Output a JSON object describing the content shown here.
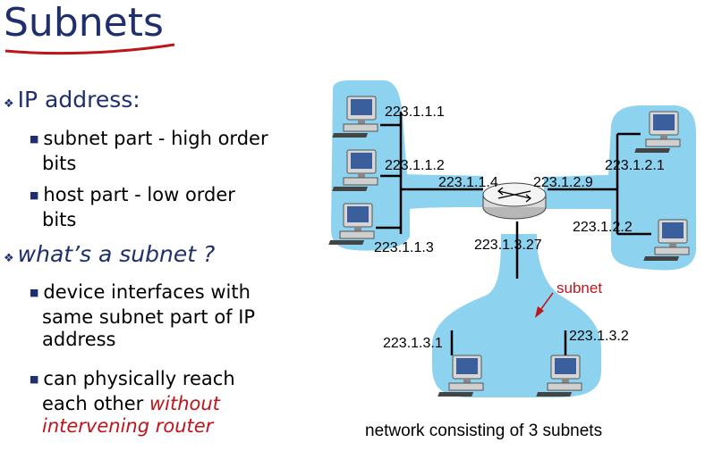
{
  "title": "Subnets",
  "bullets": {
    "b1": "IP address:",
    "b1_sub1_line1": "subnet part - high order",
    "b1_sub1_line2": "bits",
    "b1_sub2_line1": "host part - low order",
    "b1_sub2_line2": "bits",
    "b2": "what’s a subnet ?",
    "b2_sub1_line1": "device interfaces with",
    "b2_sub1_line2": "same subnet part of IP",
    "b2_sub1_line3": "address",
    "b2_sub2_line1": "can physically reach",
    "b2_sub2_line2": "each other",
    "b2_sub2_red1": "without",
    "b2_sub2_red2": "intervening router"
  },
  "diagram": {
    "labels": {
      "h111": "223.1.1.1",
      "h112": "223.1.1.2",
      "r114": "223.1.1.4",
      "r129": "223.1.2.9",
      "h121": "223.1.2.1",
      "h122": "223.1.2.2",
      "h113": "223.1.1.3",
      "r1327": "223.1.3.27",
      "h131": "223.1.3.1",
      "h132": "223.1.3.2"
    },
    "subnet_label": "subnet",
    "caption": "network consisting of 3 subnets"
  },
  "colors": {
    "title": "#1f2f6e",
    "subnet_fill": "#8dd3f0",
    "accent_red": "#c0141b"
  }
}
